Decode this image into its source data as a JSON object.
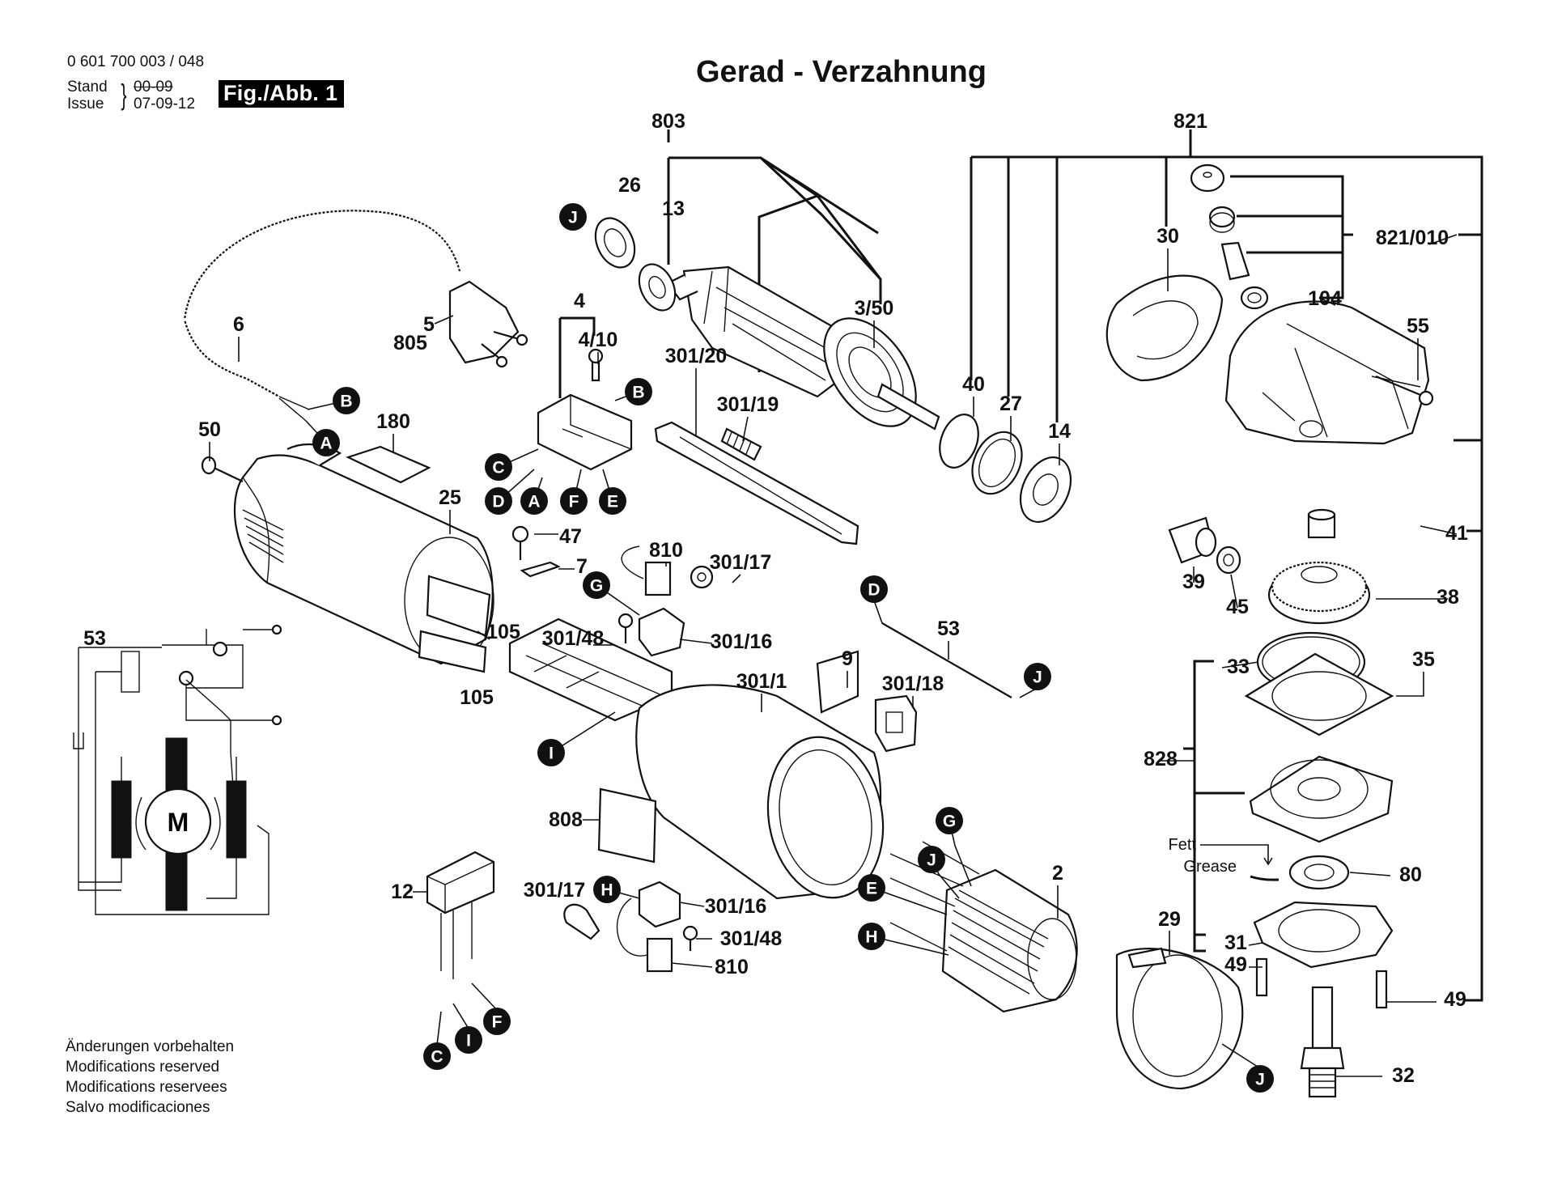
{
  "header": {
    "document_number": "0 601 700 003 / 048",
    "stand_label": "Stand",
    "issue_label": "Issue",
    "stand_date_struck": "00-09",
    "issue_date": "07-09-12",
    "figure_badge": "Fig./Abb. 1"
  },
  "title": "Gerad - Verzahnung",
  "footer": {
    "lines": [
      "Änderungen vorbehalten",
      "Modifications reserved",
      "Modifications reservees",
      "Salvo modificaciones"
    ]
  },
  "part_labels": [
    "803",
    "821",
    "26",
    "13",
    "30",
    "821/010",
    "104",
    "3/50",
    "4",
    "4/10",
    "6",
    "5",
    "805",
    "301/20",
    "301/19",
    "55",
    "40",
    "27",
    "14",
    "50",
    "180",
    "25",
    "47",
    "7",
    "810",
    "301/17",
    "301/48",
    "301/16",
    "105",
    "105",
    "53",
    "9",
    "301/1",
    "301/18",
    "53",
    "41",
    "39",
    "45",
    "38",
    "33",
    "35",
    "828",
    "808",
    "12",
    "301/17",
    "301/16",
    "301/48",
    "810",
    "2",
    "29",
    "80",
    "31",
    "49",
    "49",
    "32"
  ],
  "connector_markers": [
    "J",
    "B",
    "B",
    "A",
    "C",
    "D",
    "A",
    "F",
    "E",
    "G",
    "D",
    "J",
    "I",
    "H",
    "G",
    "J",
    "E",
    "H",
    "C",
    "I",
    "F",
    "J"
  ],
  "annotations": {
    "grease_de": "Fett",
    "grease_en": "Grease"
  },
  "wiring_diagram": {
    "label": "53",
    "motor_symbol": "M"
  }
}
